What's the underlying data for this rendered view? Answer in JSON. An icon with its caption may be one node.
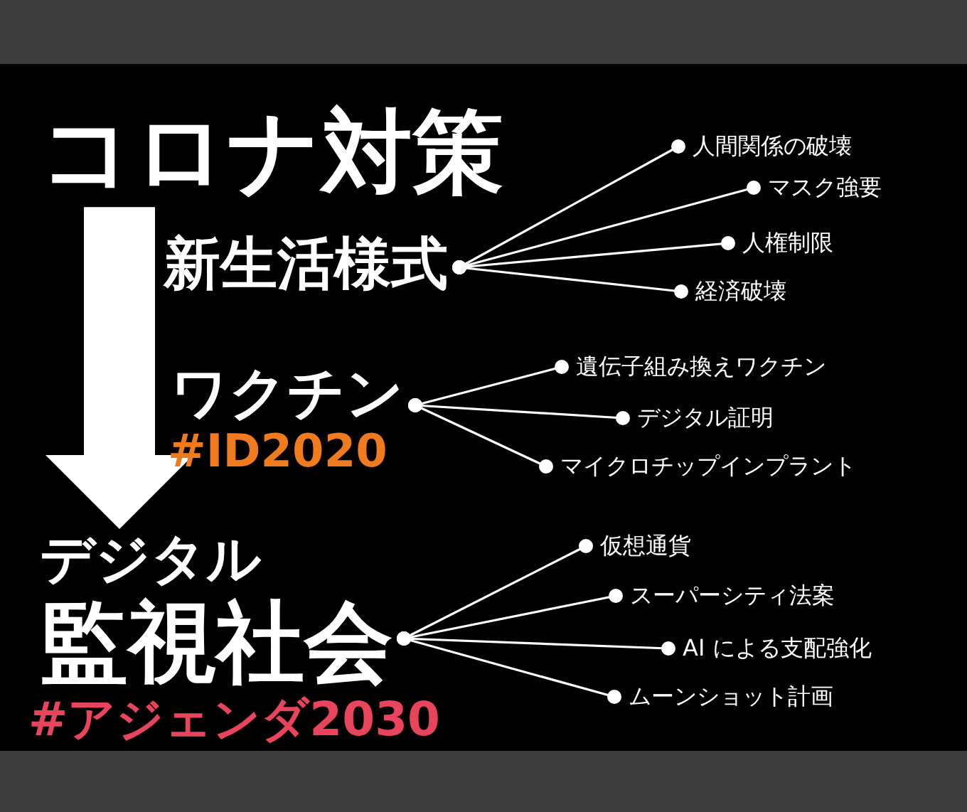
{
  "diagram": {
    "nodes": [
      {
        "text": [
          "コロナ対策"
        ]
      },
      {
        "text": [
          "新生活様式"
        ]
      },
      {
        "text": [
          "人間関係の破壊"
        ]
      },
      {
        "text": [
          "マスク強要"
        ]
      },
      {
        "text": [
          "人権制限"
        ]
      },
      {
        "text": [
          "経済破壊"
        ]
      },
      {
        "text": [
          "ワクチン"
        ],
        "beside": [
          "#ID2020"
        ]
      },
      {
        "text": [
          "遺伝子組み換えワクチン"
        ]
      },
      {
        "text": [
          "デジタル証明"
        ]
      },
      {
        "text": [
          "マイクロチップインプラント"
        ]
      },
      {
        "text": [
          "デジタル",
          "監視社会"
        ],
        "beside": [
          "#アジェンダ2030"
        ]
      },
      {
        "text": [
          "仮想通貨"
        ]
      },
      {
        "text": [
          "スーパーシティ法案"
        ]
      },
      {
        "text": [
          "AI による支配強化"
        ]
      },
      {
        "text": [
          "ムーンショット計画"
        ]
      }
    ],
    "edges": [
      {
        "from": 0,
        "to": 10,
        "arrow": "to",
        "style": "thick"
      },
      {
        "from": 1,
        "to": 2,
        "arrow": "other"
      },
      {
        "from": 1,
        "to": 3,
        "arrow": "other"
      },
      {
        "from": 1,
        "to": 4,
        "arrow": "other"
      },
      {
        "from": 1,
        "to": 5,
        "arrow": "other"
      },
      {
        "from": 6,
        "to": 7,
        "arrow": "other"
      },
      {
        "from": 6,
        "to": 8,
        "arrow": "other"
      },
      {
        "from": 6,
        "to": 9,
        "arrow": "other"
      },
      {
        "from": 10,
        "to": 11,
        "arrow": "other"
      },
      {
        "from": 10,
        "to": 12,
        "arrow": "other"
      },
      {
        "from": 10,
        "to": 13,
        "arrow": "other"
      },
      {
        "from": 10,
        "to": 14,
        "arrow": "other"
      }
    ]
  }
}
